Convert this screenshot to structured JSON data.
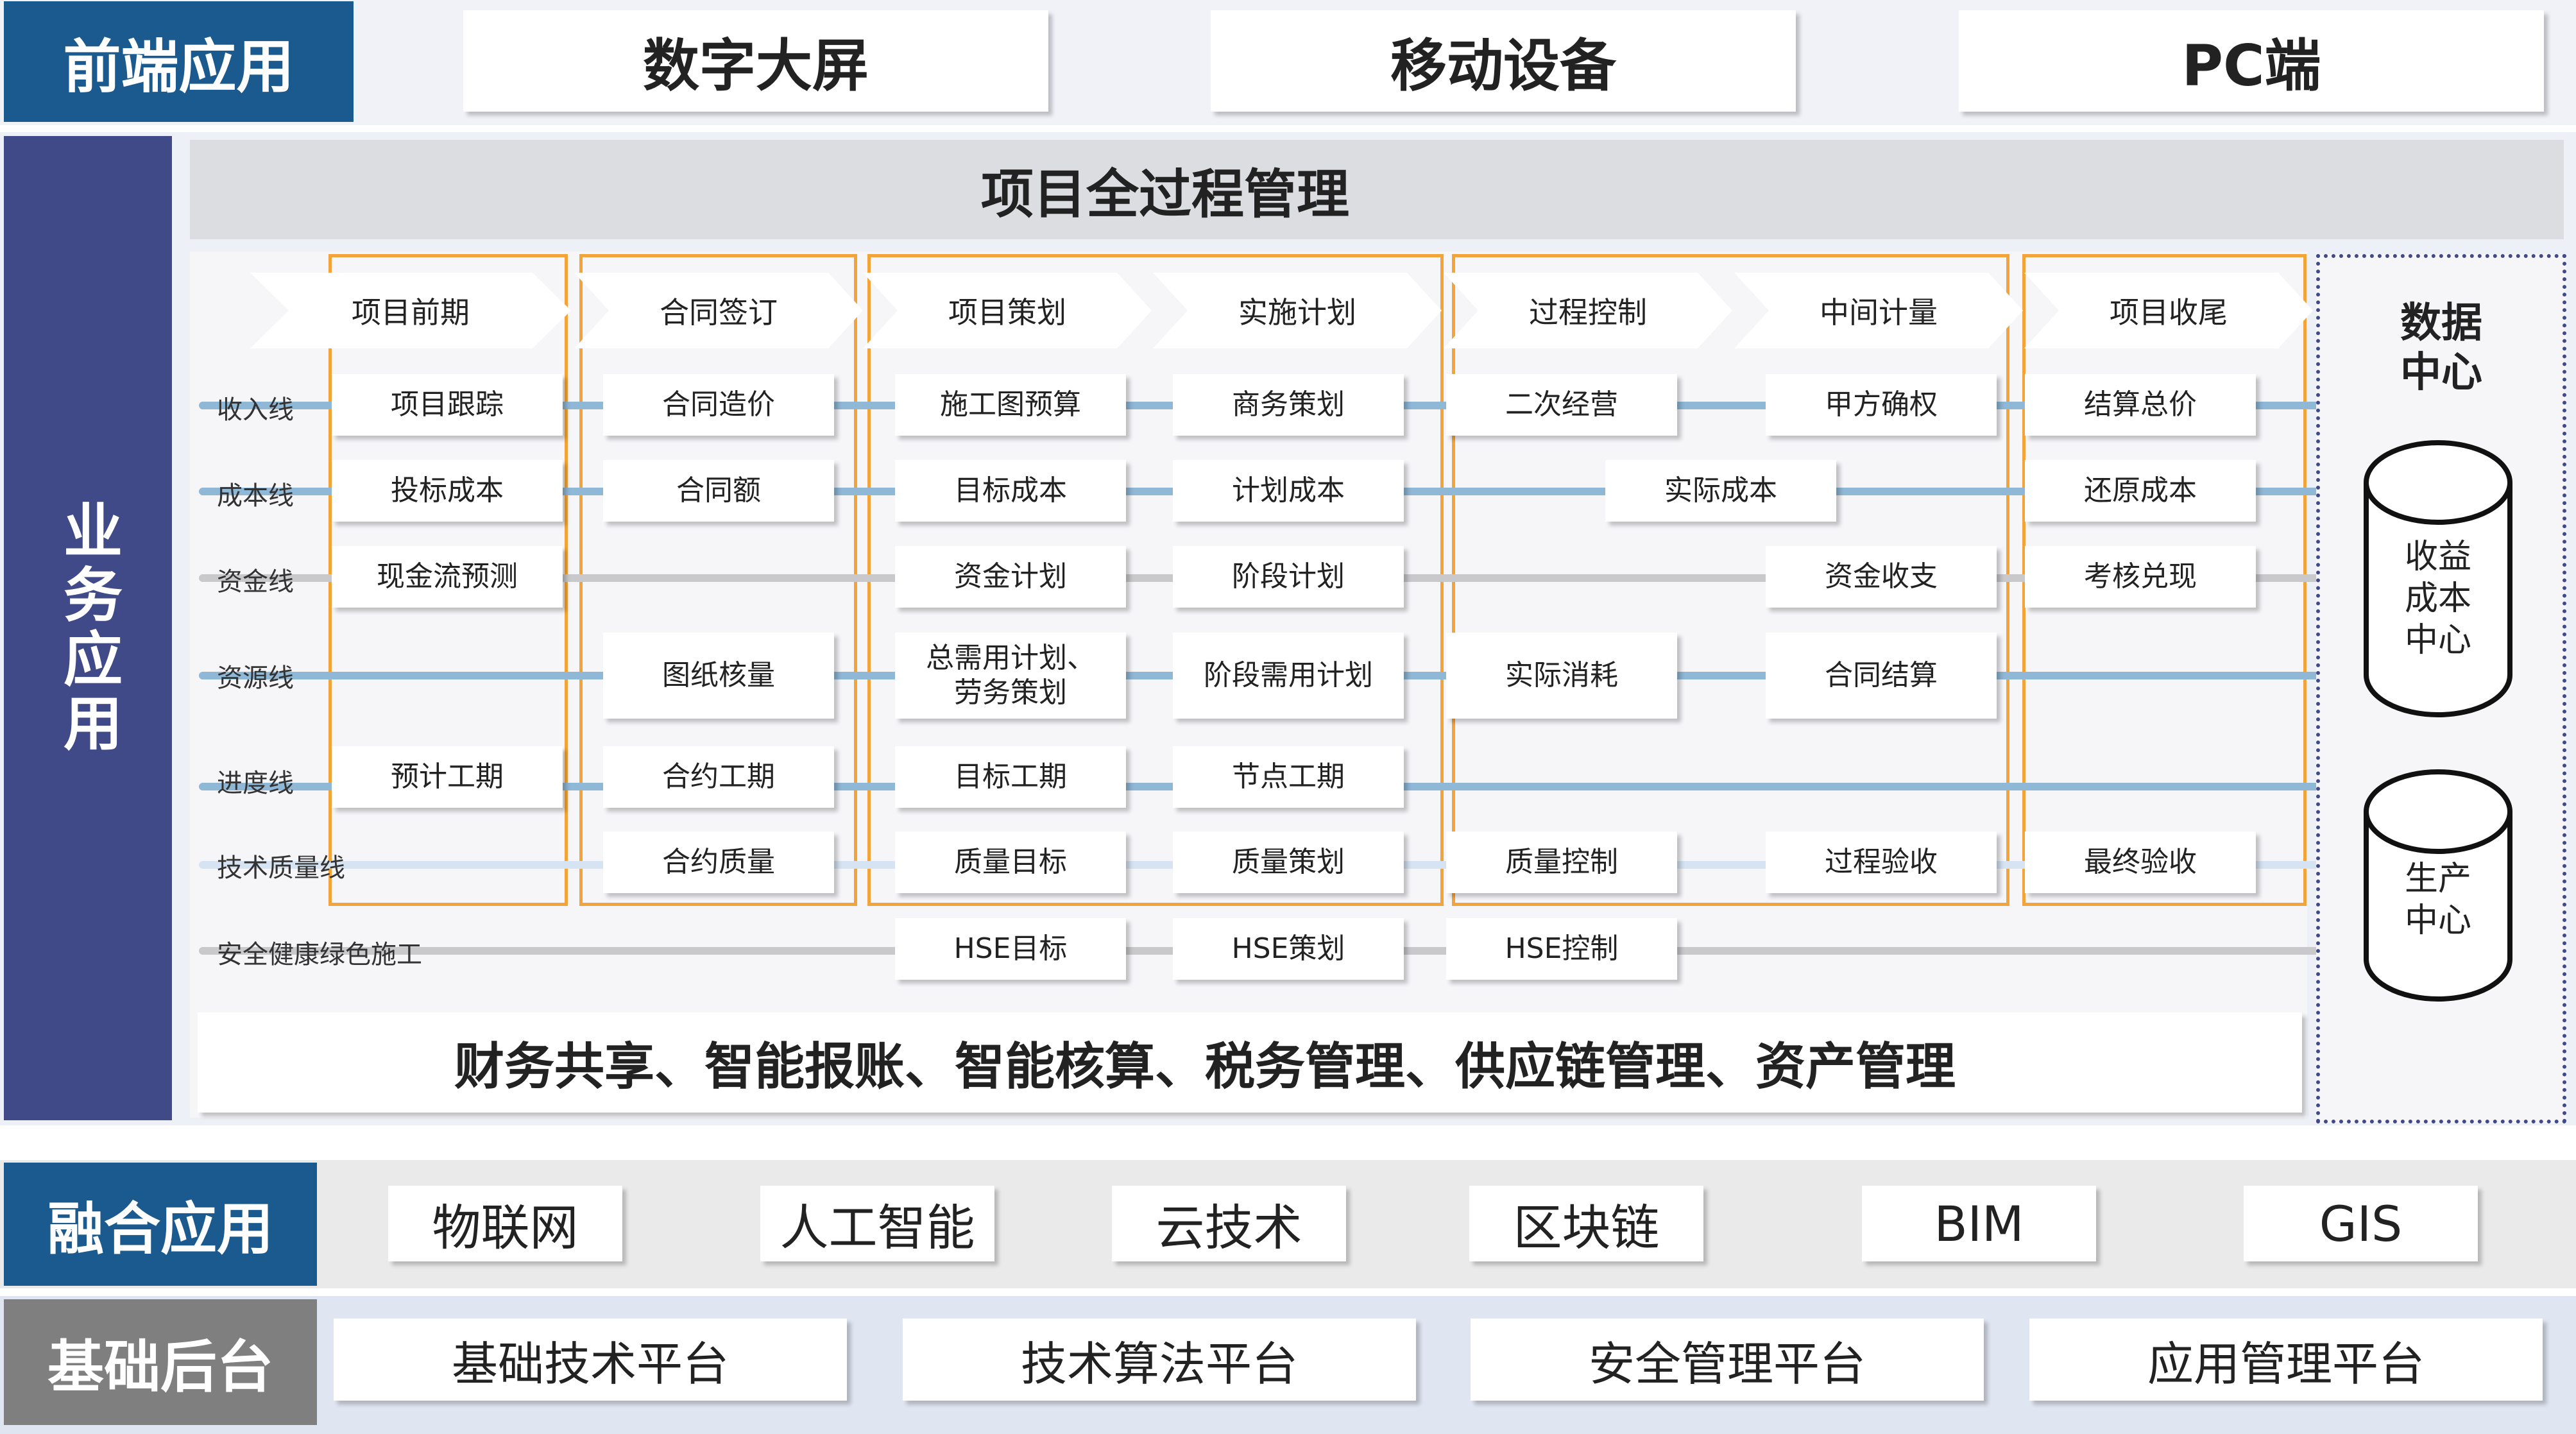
{
  "frontend": {
    "label": "前端应用",
    "items": [
      "数字大屏",
      "移动设备",
      "PC端"
    ]
  },
  "business": {
    "label": "业务应用",
    "title": "项目全过程管理",
    "phases": [
      "项目前期",
      "合同签订",
      "项目策划",
      "实施计划",
      "过程控制",
      "中间计量",
      "项目收尾"
    ],
    "lines": [
      "收入线",
      "成本线",
      "资金线",
      "资源线",
      "进度线",
      "技术质量线",
      "安全健康绿色施工"
    ],
    "rows": [
      [
        "项目跟踪",
        "合同造价",
        "施工图预算",
        "商务策划",
        "二次经营",
        "甲方确权",
        "结算总价"
      ],
      [
        "投标成本",
        "合同额",
        "目标成本",
        "计划成本",
        "实际成本",
        "还原成本"
      ],
      [
        "现金流预测",
        "资金计划",
        "阶段计划",
        "资金收支",
        "考核兑现"
      ],
      [
        "图纸核量",
        "总需用计划、劳务策划",
        "阶段需用计划",
        "实际消耗",
        "合同结算"
      ],
      [
        "预计工期",
        "合约工期",
        "目标工期",
        "节点工期"
      ],
      [
        "合约质量",
        "质量目标",
        "质量策划",
        "质量控制",
        "过程验收",
        "最终验收"
      ],
      [
        "HSE目标",
        "HSE策划",
        "HSE控制"
      ]
    ],
    "bottom": "财务共享、智能报账、智能核算、税务管理、供应链管理、资产管理"
  },
  "data_center": {
    "title": "数据中心",
    "cylinders": [
      "收益成本中心",
      "生产中心"
    ]
  },
  "fusion": {
    "label": "融合应用",
    "items": [
      "物联网",
      "人工智能",
      "云技术",
      "区块链",
      "BIM",
      "GIS"
    ]
  },
  "base": {
    "label": "基础后台",
    "items": [
      "基础技术平台",
      "技术算法平台",
      "安全管理平台",
      "应用管理平台"
    ]
  },
  "colors": {
    "navy": "#1b5a8e",
    "purple": "#414a88",
    "gray_label": "#7f7f7f",
    "orange": "#f2a43a",
    "line_blue": "#8fb7d6",
    "line_gray": "#c9c9cc"
  }
}
